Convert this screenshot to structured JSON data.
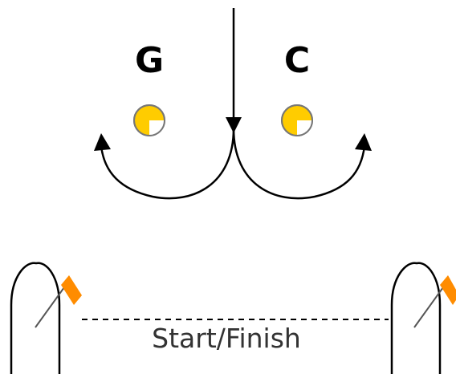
{
  "marks": {
    "left_label": "G",
    "right_label": "C",
    "fill_color": "#FFCC00",
    "outline_color": "#777777",
    "quadrant_color": "#ffffff"
  },
  "start_line": {
    "label": "Start/Finish",
    "style": "dashed"
  },
  "flag_color": "#FF8C00",
  "line_color": "#000000"
}
